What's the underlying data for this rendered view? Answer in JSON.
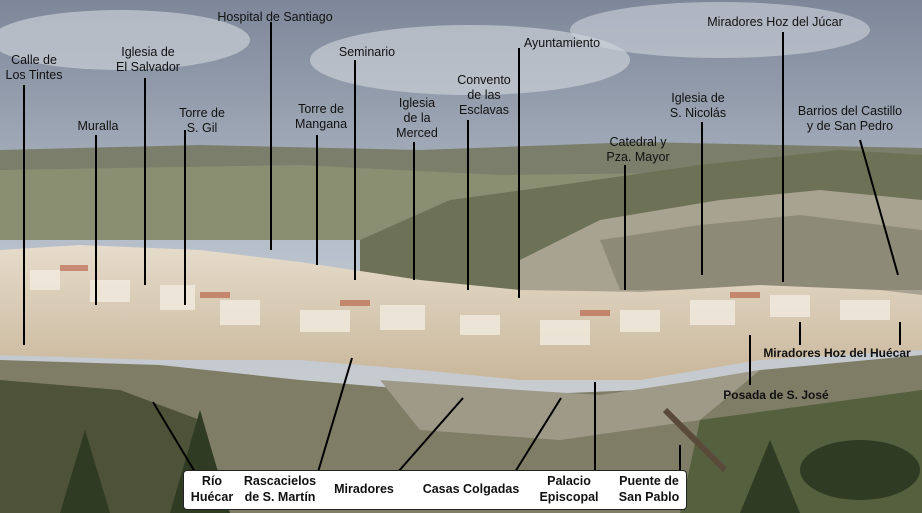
{
  "labels_top": [
    {
      "id": "calle-los-tintes",
      "text": "Calle de\nLos Tintes"
    },
    {
      "id": "muralla",
      "text": "Muralla"
    },
    {
      "id": "iglesia-el-salvador",
      "text": "Iglesia de\nEl Salvador"
    },
    {
      "id": "torre-s-gil",
      "text": "Torre de\nS. Gil"
    },
    {
      "id": "hospital-santiago",
      "text": "Hospital de Santiago"
    },
    {
      "id": "torre-mangana",
      "text": "Torre de\nMangana"
    },
    {
      "id": "seminario",
      "text": "Seminario"
    },
    {
      "id": "iglesia-la-merced",
      "text": "Iglesia\nde la\nMerced"
    },
    {
      "id": "convento-esclavas",
      "text": "Convento\nde las\nEsclavas"
    },
    {
      "id": "ayuntamiento",
      "text": "Ayuntamiento"
    },
    {
      "id": "catedral",
      "text": "Catedral y\nPza. Mayor"
    },
    {
      "id": "iglesia-s-nicolas",
      "text": "Iglesia de\nS. Nicolás"
    },
    {
      "id": "miradores-jucar",
      "text": "Miradores Hoz del Júcar"
    },
    {
      "id": "barrios-castillo",
      "text": "Barrios del Castillo\ny de San Pedro"
    }
  ],
  "labels_side": [
    {
      "id": "miradores-huecar",
      "text": "Miradores Hoz del Huécar"
    },
    {
      "id": "posada-s-jose",
      "text": "Posada de S. José"
    }
  ],
  "labels_bottom": [
    {
      "id": "rio-huecar",
      "text": "Río\nHuécar"
    },
    {
      "id": "rascacielos",
      "text": "Rascacielos\nde S. Martín"
    },
    {
      "id": "miradores",
      "text": "Miradores"
    },
    {
      "id": "casas-colgadas",
      "text": "Casas Colgadas"
    },
    {
      "id": "palacio-episcopal",
      "text": "Palacio\nEpiscopal"
    },
    {
      "id": "puente-san-pablo",
      "text": "Puente de\nSan Pablo"
    }
  ],
  "colors": {
    "sky": "#aeb8c6",
    "hills": "#5f6a4a",
    "town": "#d8c9b0",
    "rock": "#a49d8e"
  }
}
